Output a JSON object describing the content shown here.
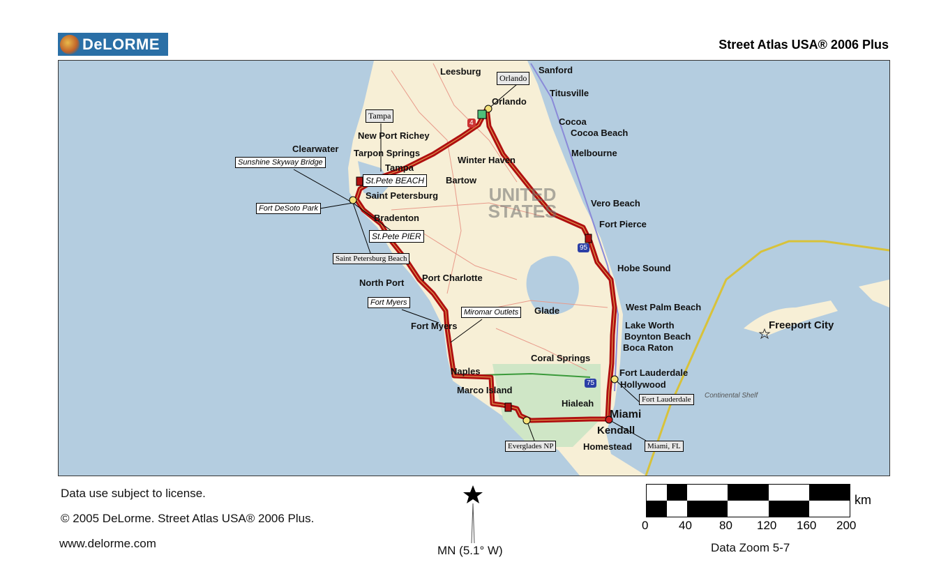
{
  "header": {
    "logo_text": "DeLORME",
    "product": "Street Atlas USA® 2006 Plus"
  },
  "map": {
    "region_label": "UNITED STATES",
    "cities": [
      "Leesburg",
      "Sanford",
      "Titusville",
      "Orlando",
      "Cocoa",
      "Cocoa Beach",
      "Melbourne",
      "New Port Richey",
      "Tarpon Springs",
      "Clearwater",
      "Tampa",
      "Winter Haven",
      "Bartow",
      "Saint Petersburg",
      "Bradenton",
      "Vero Beach",
      "Fort Pierce",
      "Hobe Sound",
      "Port Charlotte",
      "North Port",
      "Glade",
      "Fort Myers",
      "West Palm Beach",
      "Lake Worth",
      "Boynton Beach",
      "Boca Raton",
      "Coral Springs",
      "Fort Lauderdale",
      "Hollywood",
      "Naples",
      "Marco Island",
      "Hialeah",
      "Miami",
      "Kendall",
      "Homestead",
      "Freeport City"
    ],
    "water_label": "Continental Shelf",
    "highway_shields": [
      "4",
      "95",
      "75"
    ],
    "callouts": [
      "Orlando",
      "Tampa",
      "Sunshine Skyway Bridge",
      "St.Pete BEACH",
      "Fort DeSoto Park",
      "St.Pete PIER",
      "Saint Petersburg Beach",
      "Fort Myers",
      "Miromar Outlets",
      "Fort Lauderdale",
      "Everglades NP",
      "Miami, FL"
    ],
    "colors": {
      "water": "#b4cde0",
      "land": "#f7efd6",
      "park": "#cfe6c6",
      "route": "#b01010",
      "roads": "#e89a8a",
      "interstate": "#8a8ad8"
    }
  },
  "footer": {
    "license": "Data use subject to license.",
    "copyright": "© 2005 DeLorme. Street Atlas USA® 2006 Plus.",
    "url": "www.delorme.com",
    "north": "MN (5.1° W)"
  },
  "scale": {
    "unit": "km",
    "ticks": [
      "0",
      "40",
      "80",
      "120",
      "160",
      "200"
    ],
    "zoom": "Data Zoom 5-7"
  }
}
